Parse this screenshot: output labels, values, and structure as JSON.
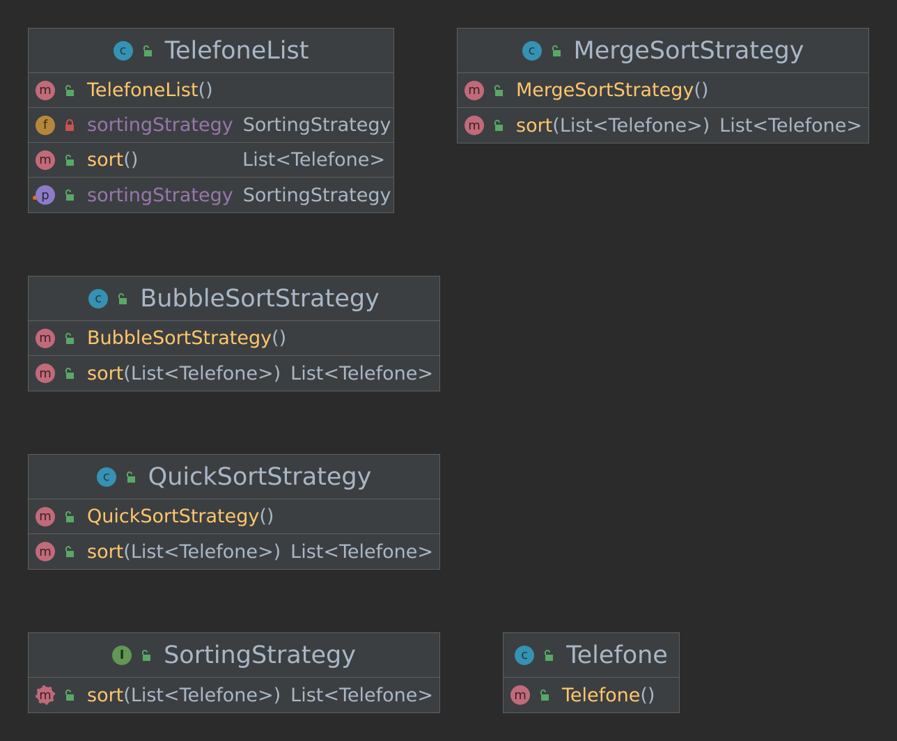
{
  "diagram": {
    "classes": [
      {
        "name": "TelefoneList",
        "kind": "class",
        "members": [
          {
            "badge": "m",
            "name": "TelefoneList",
            "signature": "()",
            "type": "",
            "style": "method"
          },
          {
            "badge": "f",
            "name": "sortingStrategy",
            "signature": "",
            "type": "SortingStrategy",
            "style": "field"
          },
          {
            "badge": "m",
            "name": "sort",
            "signature": "()",
            "type": "List<Telefone>",
            "style": "method"
          },
          {
            "badge": "p",
            "name": "sortingStrategy",
            "signature": "",
            "type": "SortingStrategy",
            "style": "field"
          }
        ]
      },
      {
        "name": "MergeSortStrategy",
        "kind": "class",
        "members": [
          {
            "badge": "m",
            "name": "MergeSortStrategy",
            "signature": "()",
            "type": "",
            "style": "method"
          },
          {
            "badge": "m",
            "name": "sort",
            "signature": "(List<Telefone>)",
            "type": "List<Telefone>",
            "style": "method"
          }
        ]
      },
      {
        "name": "BubbleSortStrategy",
        "kind": "class",
        "members": [
          {
            "badge": "m",
            "name": "BubbleSortStrategy",
            "signature": "()",
            "type": "",
            "style": "method"
          },
          {
            "badge": "m",
            "name": "sort",
            "signature": "(List<Telefone>)",
            "type": "List<Telefone>",
            "style": "method"
          }
        ]
      },
      {
        "name": "QuickSortStrategy",
        "kind": "class",
        "members": [
          {
            "badge": "m",
            "name": "QuickSortStrategy",
            "signature": "()",
            "type": "",
            "style": "method"
          },
          {
            "badge": "m",
            "name": "sort",
            "signature": "(List<Telefone>)",
            "type": "List<Telefone>",
            "style": "method"
          }
        ]
      },
      {
        "name": "SortingStrategy",
        "kind": "interface",
        "members": [
          {
            "badge": "m",
            "name": "sort",
            "signature": "(List<Telefone>)",
            "type": "List<Telefone>",
            "style": "method"
          }
        ]
      },
      {
        "name": "Telefone",
        "kind": "class",
        "members": [
          {
            "badge": "m",
            "name": "Telefone",
            "signature": "()",
            "type": "",
            "style": "method"
          }
        ]
      }
    ],
    "colors": {
      "background": "#2b2b2b",
      "box": "#3c3f41",
      "border": "#5e6060",
      "method_name": "#ffc66d",
      "field_name": "#9876aa",
      "text": "#a9b7c6",
      "class_badge": "#3592b3",
      "interface_badge": "#629755",
      "method_badge": "#c16b7a",
      "field_badge": "#b5873d",
      "property_badge": "#8c7bc7",
      "public_icon": "#59a869",
      "private_icon": "#c75450"
    },
    "icons": {
      "class": "class-icon",
      "interface": "interface-icon",
      "method": "method-icon",
      "field": "field-icon",
      "property": "property-icon",
      "public": "public-visibility-icon",
      "private": "private-lock-icon"
    }
  }
}
